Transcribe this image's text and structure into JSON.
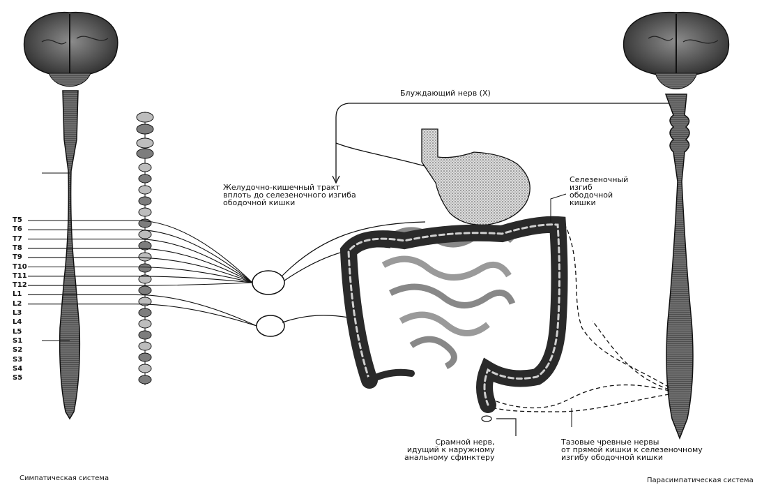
{
  "labels": {
    "vagus": "Блуждающий нерв (X)",
    "git": "Желудочно-кишечный тракт\nвплоть до селезеночного изгиба\nободочной кишки",
    "splenic_flexure": "Селезеночный\nизгиб\nободочной\nкишки",
    "pudendal": "Срамной нерв,\nидущий к наружному\nанальному сфинктеру",
    "pelvic": "Тазовые чревные нервы\nот прямой кишки к селезеночному\nизгибу ободочной кишки",
    "sympathetic": "Симпатическая система",
    "parasympathetic": "Парасимпатическая система"
  },
  "segments": [
    "T5",
    "T6",
    "T7",
    "T8",
    "T9",
    "T10",
    "T11",
    "T12",
    "L1",
    "L2",
    "L3",
    "L4",
    "L5",
    "S1",
    "S2",
    "S3",
    "S4",
    "S5"
  ],
  "colors": {
    "ink": "#111111",
    "shade": "#7a7a7a",
    "dark": "#2a2a2a",
    "light": "#cfcfcf",
    "paper": "#ffffff"
  }
}
